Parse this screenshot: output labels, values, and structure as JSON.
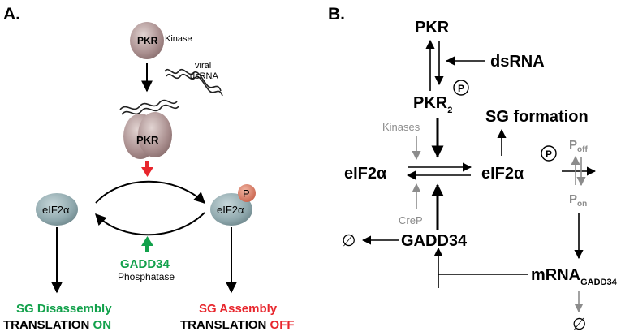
{
  "panel_a": {
    "label": "A.",
    "pkr_top": "PKR",
    "kinase": "Kinase",
    "viral": "viral",
    "dsrna": "dsRNA",
    "pkr_dimer": "PKR",
    "eif2a_left": "eIF2α",
    "eif2a_right": "eIF2α",
    "p_badge": "P",
    "gadd34": "GADD34",
    "phosphatase": "Phosphatase",
    "sg_disassembly": "SG Disassembly",
    "translation_left": "TRANSLATION ",
    "on": "ON",
    "sg_assembly": "SG Assembly",
    "translation_right": "TRANSLATION ",
    "off": "OFF"
  },
  "panel_b": {
    "label": "B.",
    "pkr": "PKR",
    "dsrna": "dsRNA",
    "pkr2": "PKR",
    "pkr2_sub": "2",
    "p_circle": "P",
    "sg_formation": "SG formation",
    "kinases": "Kinases",
    "eif2a_left": "eIF2α",
    "eif2a_right": "eIF2α",
    "p_off": "P",
    "p_off_sub": "off",
    "p_on": "P",
    "p_on_sub": "on",
    "crep": "CreP",
    "empty_set": "∅",
    "gadd34": "GADD34",
    "mrna": "mRNA",
    "mrna_sub": "GADD34",
    "empty_set_bottom": "∅"
  },
  "colors": {
    "green": "#12a14b",
    "red": "#e8262d",
    "grey": "#8c8c8c",
    "black": "#000000",
    "pkr_fill": "#a98e8e",
    "eif_fill": "#8fa8ad",
    "p_badge_fill": "#d9826e"
  }
}
